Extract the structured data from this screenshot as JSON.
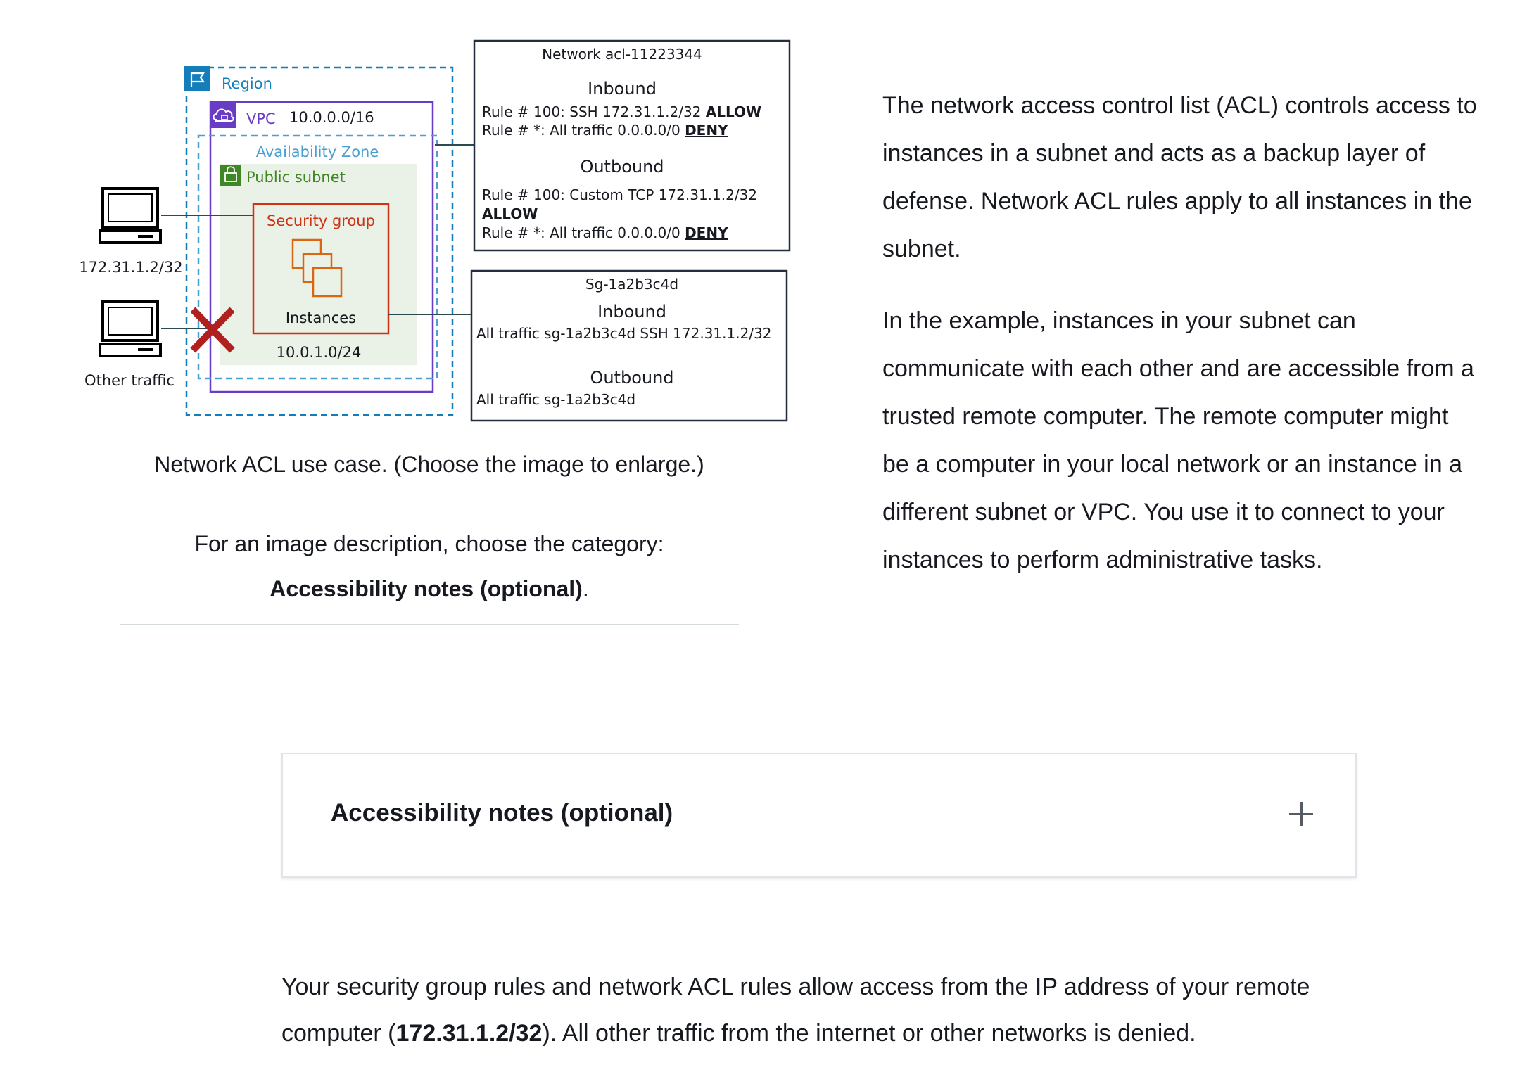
{
  "diagram": {
    "region_label": "Region",
    "vpc_label": "VPC",
    "vpc_cidr": "10.0.0.0/16",
    "az_label": "Availability Zone",
    "subnet_label": "Public subnet",
    "sg_label": "Security group",
    "instances_label": "Instances",
    "subnet_cidr": "10.0.1.0/24",
    "trusted_computer_label": "172.31.1.2/32",
    "other_computer_label": "Other traffic",
    "acl_box": {
      "title": "Network acl-11223344",
      "inbound_heading": "Inbound",
      "inbound_rule1_prefix": "Rule # 100: SSH 172.31.1.2/32 ",
      "inbound_rule1_action": "ALLOW",
      "inbound_rule2_prefix": "Rule # *: All traffic 0.0.0.0/0 ",
      "inbound_rule2_action": "DENY",
      "outbound_heading": "Outbound",
      "outbound_rule1_line1": "Rule # 100: Custom TCP 172.31.1.2/32",
      "outbound_rule1_action": "ALLOW",
      "outbound_rule2_prefix": "Rule # *: All traffic 0.0.0.0/0 ",
      "outbound_rule2_action": "DENY"
    },
    "sg_box": {
      "title": "Sg-1a2b3c4d",
      "inbound_heading": "Inbound",
      "inbound_rule": "All traffic sg-1a2b3c4d SSH 172.31.1.2/32",
      "outbound_heading": "Outbound",
      "outbound_rule": "All traffic sg-1a2b3c4d"
    }
  },
  "caption": {
    "line1": "Network ACL use case. (Choose the image to enlarge.)",
    "line2": "For an image description, choose the category:",
    "line3_bold": "Accessibility notes (optional)",
    "line3_end": "."
  },
  "right_column": {
    "para1": "The network access control list (ACL) controls access to instances in a subnet and acts as a backup layer of defense. Network ACL rules apply to all instances in the subnet.",
    "para2": "In the example, instances in your subnet can communicate with each other and are accessible from a trusted remote computer. The remote computer might be a computer in your local network or an instance in a different subnet or VPC. You use it to connect to your instances to perform administrative tasks."
  },
  "expander": {
    "title": "Accessibility notes (optional)",
    "icon": "plus-icon"
  },
  "bottom": {
    "text_start": "Your security group rules and network ACL rules allow access from the IP address of your remote computer (",
    "ip_bold": "172.31.1.2/32",
    "text_end": "). All other traffic from the internet or other networks is denied."
  },
  "colors": {
    "region": "#147eba",
    "vpc": "#693cc5",
    "az": "#4aa0d0",
    "subnet": "#3f8624",
    "subnet_fill": "#eaf1e7",
    "security_group": "#d13212",
    "instances": "#d86613",
    "deny_x": "#b0201e",
    "box_border": "#232f3e"
  }
}
